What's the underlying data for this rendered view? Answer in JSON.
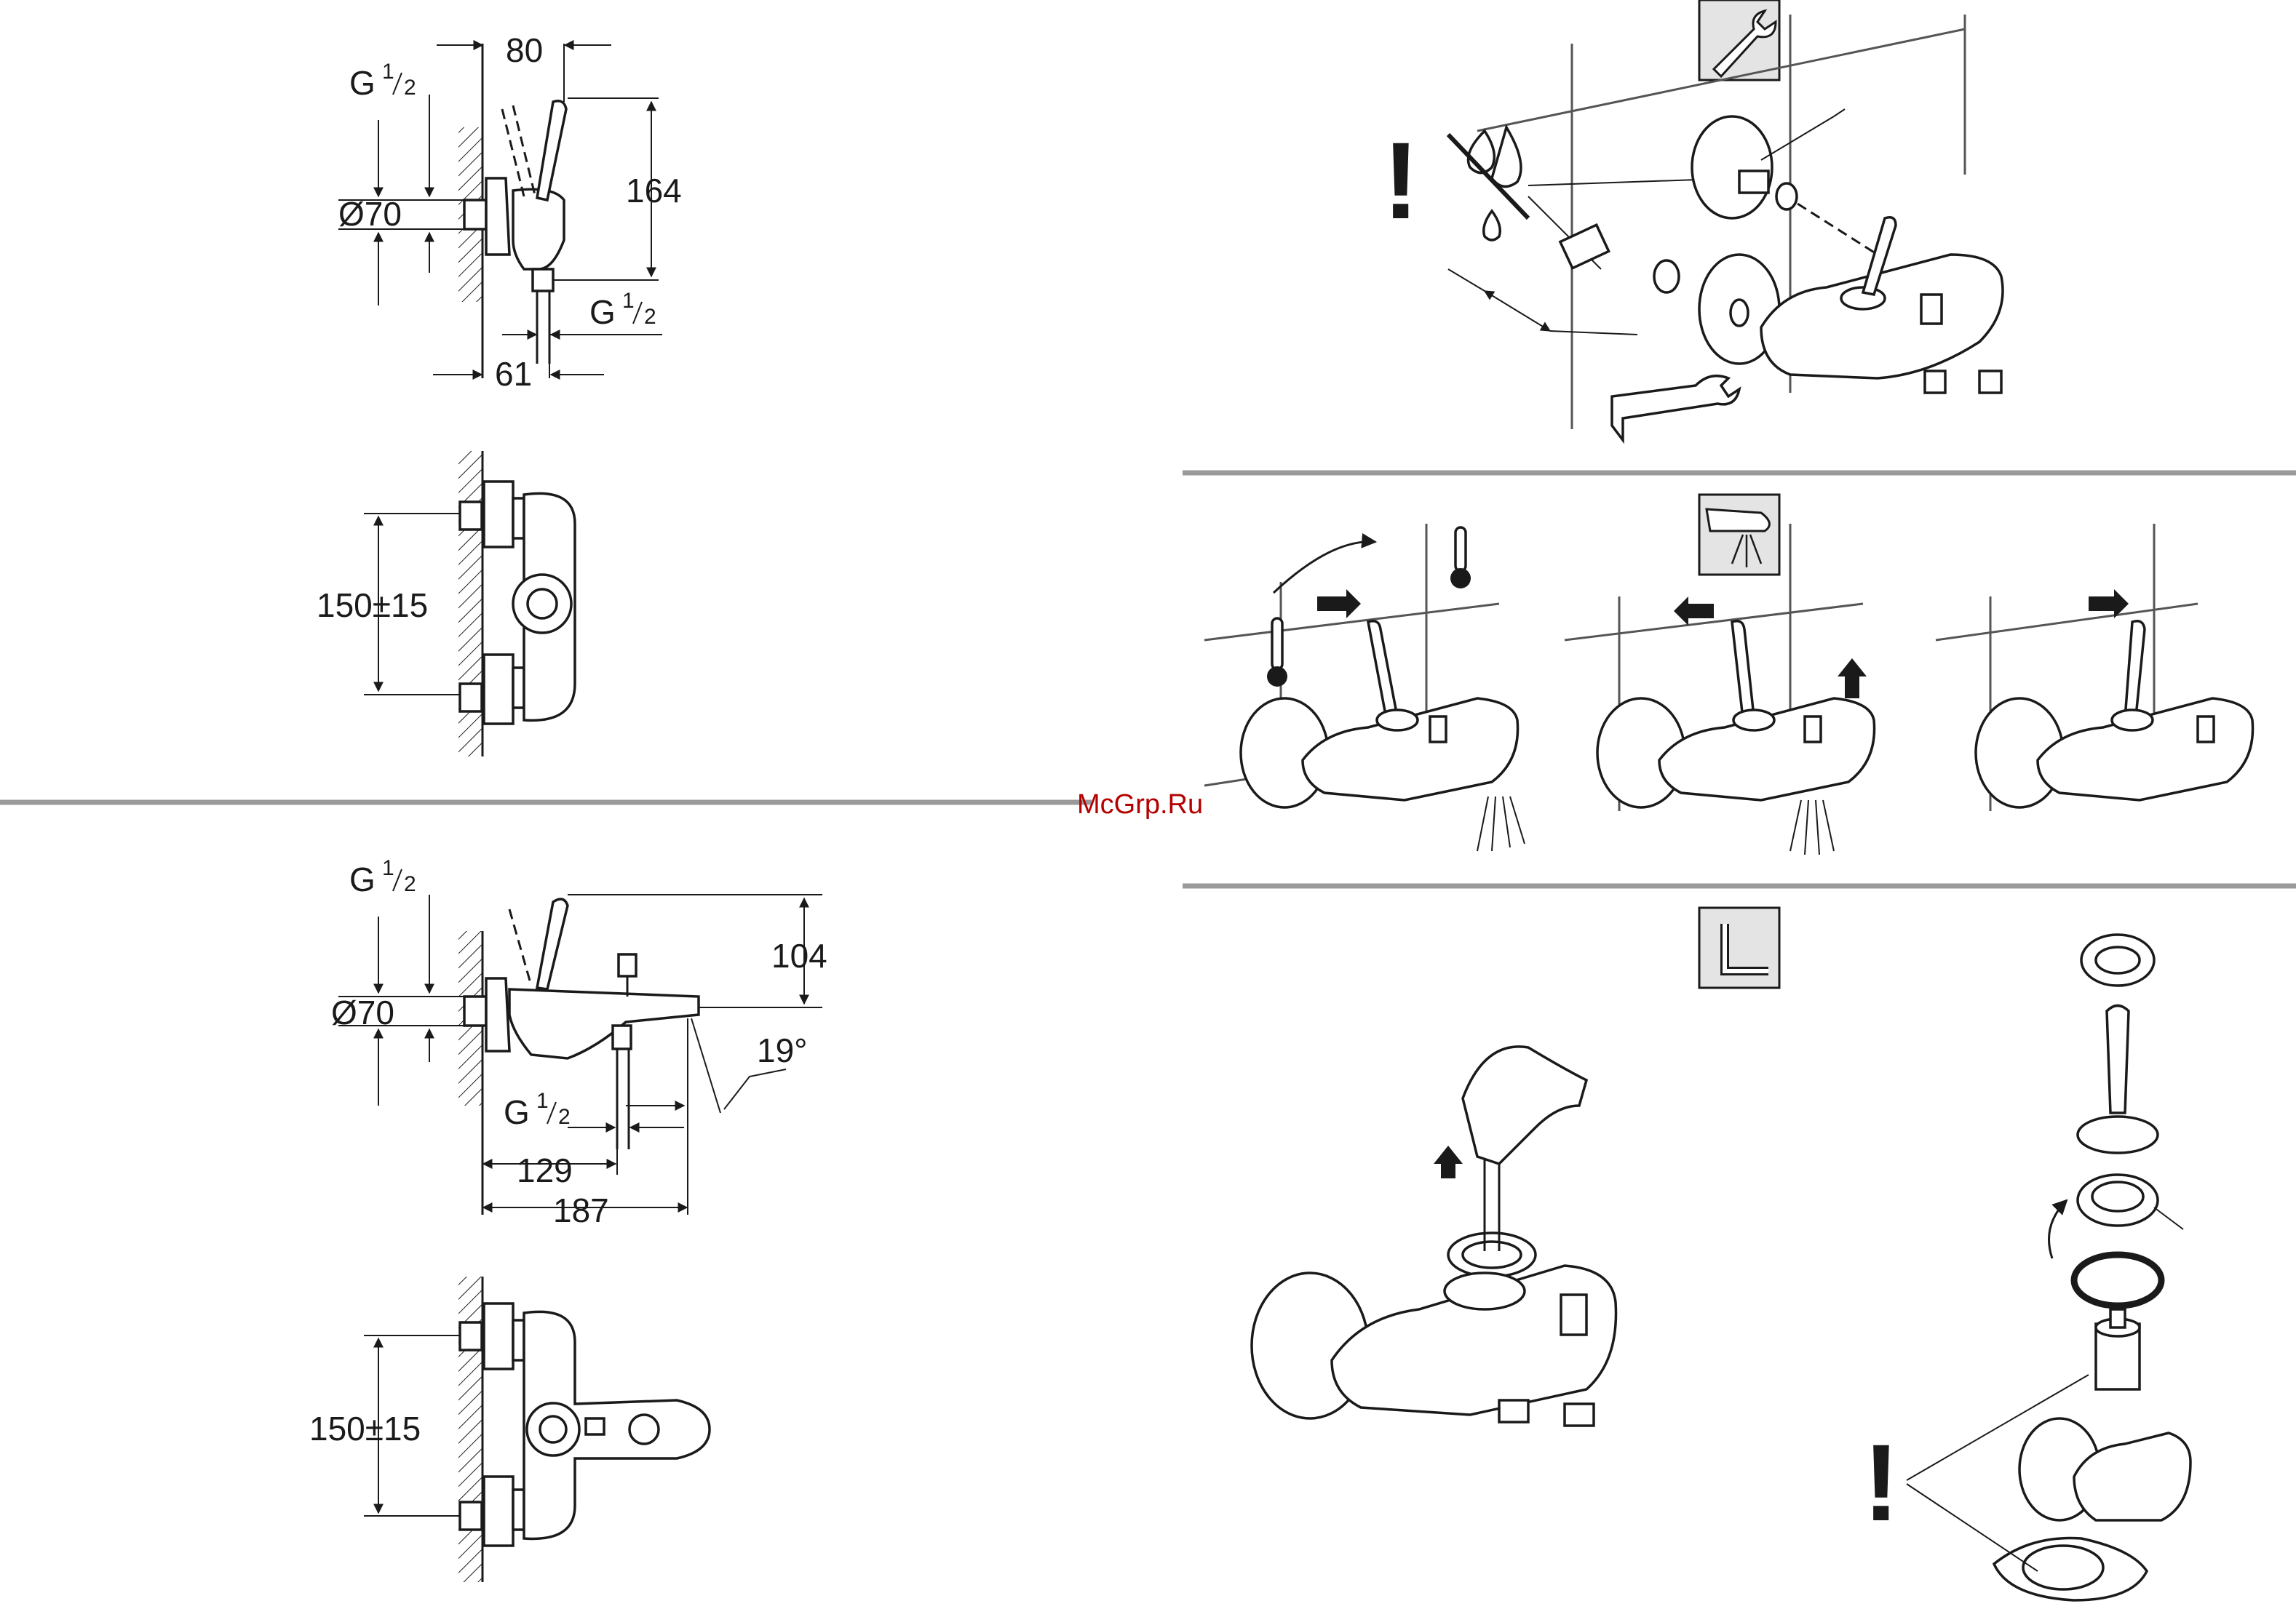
{
  "watermark": "McGrp.Ru",
  "drawing1": {
    "dim_depth": "80",
    "dim_height": "164",
    "dim_diameter": "Ø70",
    "dim_bottom": "61",
    "thread_main": "G",
    "thread_frac_num": "1",
    "thread_frac_den": "2"
  },
  "drawing2": {
    "dim_spacing": "150±15"
  },
  "drawing3": {
    "dim_height": "104",
    "dim_diameter": "Ø70",
    "dim_angle": "19°",
    "dim_outlet": "129",
    "dim_length": "187",
    "thread_main": "G",
    "thread_frac_num": "1",
    "thread_frac_den": "2"
  },
  "drawing4": {
    "dim_spacing": "150±15"
  },
  "warning_symbol": "!",
  "icons": [
    "wrench-icon",
    "shower-spray-icon",
    "allen-key-icon",
    "thermometer-icon",
    "warning-icon"
  ]
}
